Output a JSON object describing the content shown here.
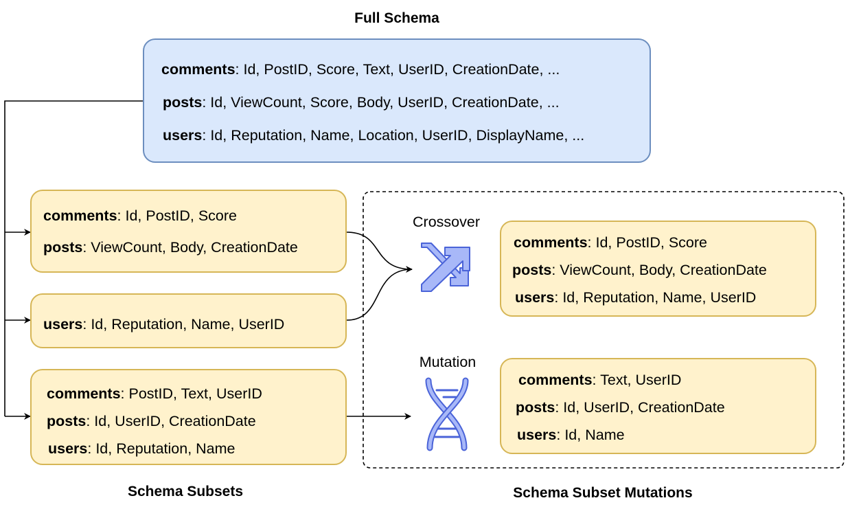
{
  "full_schema": {
    "caption": "Full Schema",
    "rows": [
      {
        "table": "comments",
        "columns": "Id, PostID, Score, Text, UserID, CreationDate, ..."
      },
      {
        "table": "posts",
        "columns": "Id, ViewCount, Score, Body, UserID, CreationDate, ..."
      },
      {
        "table": "users",
        "columns": "Id, Reputation, Name, Location, UserID, DisplayName, ..."
      }
    ]
  },
  "schema_subsets": {
    "caption": "Schema Subsets",
    "subset_1": [
      {
        "table": "comments",
        "columns": "Id, PostID, Score"
      },
      {
        "table": "posts",
        "columns": "ViewCount, Body, CreationDate"
      }
    ],
    "subset_2": [
      {
        "table": "users",
        "columns": "Id, Reputation, Name, UserID"
      }
    ],
    "subset_3": [
      {
        "table": "comments",
        "columns": "PostID, Text, UserID"
      },
      {
        "table": "posts",
        "columns": "Id, UserID, CreationDate"
      },
      {
        "table": "users",
        "columns": "Id, Reputation, Name"
      }
    ]
  },
  "mutations": {
    "caption": "Schema Subset Mutations",
    "crossover_label": "Crossover",
    "mutation_label": "Mutation",
    "crossover_result": [
      {
        "table": "comments",
        "columns": "Id, PostID, Score"
      },
      {
        "table": "posts",
        "columns": "ViewCount, Body, CreationDate"
      },
      {
        "table": "users",
        "columns": "Id, Reputation, Name, UserID"
      }
    ],
    "mutation_result": [
      {
        "table": "comments",
        "columns": "Text, UserID"
      },
      {
        "table": "posts",
        "columns": "Id, UserID, CreationDate"
      },
      {
        "table": "users",
        "columns": "Id, Name"
      }
    ]
  },
  "icons": {
    "crossover": "shuffle-arrows-icon",
    "mutation": "dna-icon"
  },
  "colors": {
    "full_schema_fill": "#dae8fc",
    "full_schema_border": "#6c8ebf",
    "subset_fill": "#fff2cc",
    "subset_border": "#d6b656",
    "icon_blue": "#5b7bf0"
  }
}
